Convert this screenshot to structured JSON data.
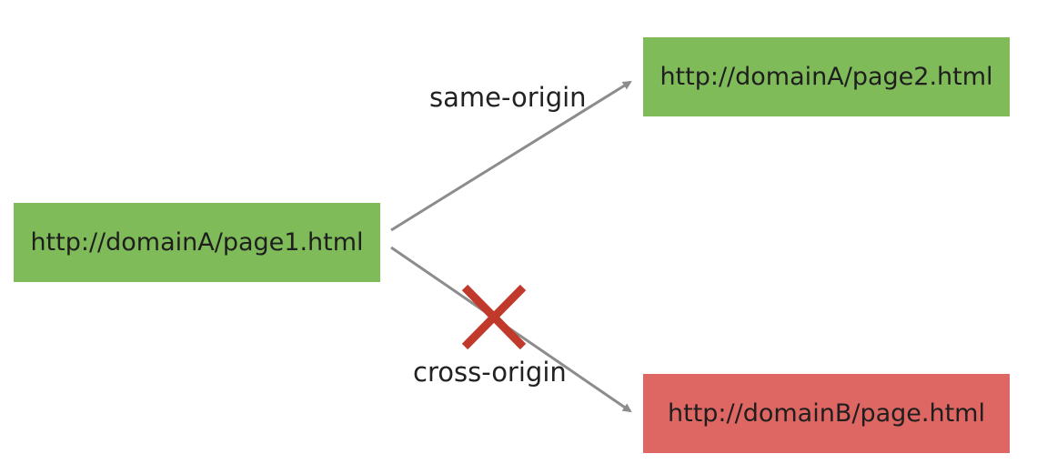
{
  "diagram": {
    "source": {
      "label": "http://domainA/page1.html",
      "color": "#80bb5a"
    },
    "targets": [
      {
        "label": "http://domainA/page2.html",
        "color": "#80bb5a",
        "relation": "same-origin",
        "blocked": false
      },
      {
        "label": "http://domainB/page.html",
        "color": "#de6663",
        "relation": "cross-origin",
        "blocked": true
      }
    ],
    "colors": {
      "arrow": "#8c8c8c",
      "blocked_mark": "#c0392b"
    },
    "icons": {
      "blocked_mark": "x-mark-icon"
    }
  }
}
